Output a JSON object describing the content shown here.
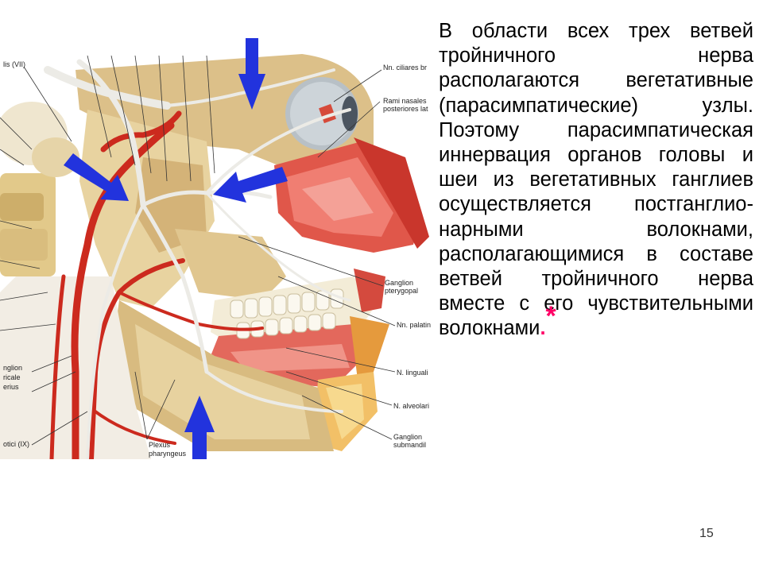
{
  "slide": {
    "body_text": "В области всех трех ветвей тройничного нерва располагаются вегетативные (парасимпатические) узлы. Поэтому парасимпатическая иннервация органов головы и шеи из вегетативных ганглиев осуществляется постганглио-нарными волокнами, располагающимися в составе ветвей тройничного нерва вместе с его чувствительными волокнами",
    "end_dot": ".",
    "asterisk": "*",
    "page_number": "15"
  },
  "figure": {
    "labels": {
      "l_vii": "lis (VII)",
      "ciliares": "Nn. ciliares br",
      "nasales_1": "Rami nasales",
      "nasales_2": "posteriores lat",
      "pterygo_1": "Ganglion",
      "pterygo_2": "pterygopal",
      "palatini": "Nn. palatin",
      "lingualis": "N. linguali",
      "alveolaris": "N. alveolari",
      "submand_1": "Ganglion",
      "submand_2": "submandil",
      "cervicale_1": "nglion",
      "cervicale_2": "ricale",
      "cervicale_3": "erius",
      "otici": "otici (IX)",
      "plexus_1": "Plexus",
      "plexus_2": "pharyngeus"
    }
  },
  "colors": {
    "arrow_blue": "#2233dd",
    "asterisk": "#ff0066",
    "artery_red": "#cc2a1e",
    "nerve_white": "#ecebe6"
  },
  "icons": {
    "arrows": [
      "arrow-down-icon",
      "arrow-right-down-icon",
      "arrow-left-icon",
      "arrow-up-icon"
    ]
  }
}
